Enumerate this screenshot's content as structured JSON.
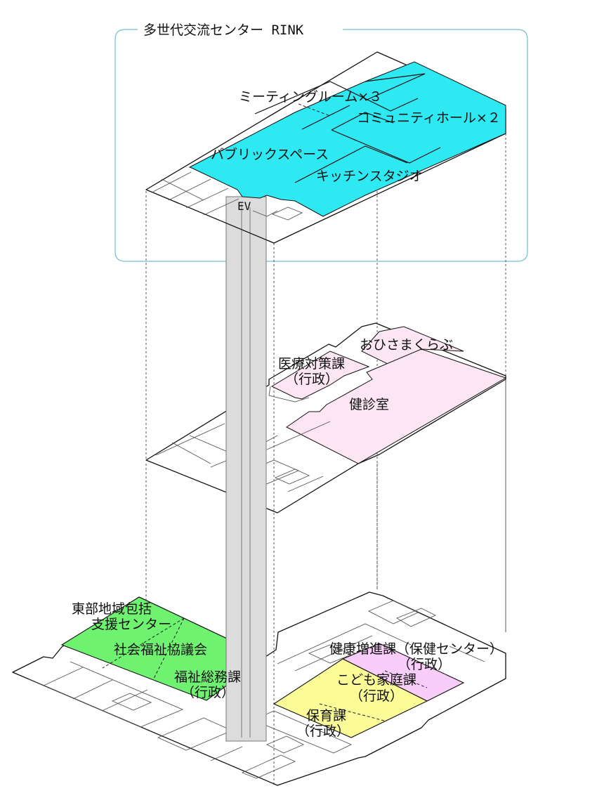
{
  "title": "多世代交流センター RINK",
  "colors": {
    "rink": "#2fe9f2",
    "health": "#fde6f3",
    "welfare": "#70f271",
    "children": "#fbfb98",
    "health_center": "#f8cdf9",
    "ev": "#dcdcdc",
    "frame": "#76bfcf"
  },
  "floor3": {
    "meeting": "ミーティングルーム×３",
    "hall": "コミュニティホール×２",
    "public": "パブリックスペース",
    "kitchen": "キッチンスタジオ",
    "ev": "EV"
  },
  "floor2": {
    "ohisama": "おひさまくらぶ",
    "medical_1": "医療対策課",
    "medical_2": "（行政）",
    "checkup": "健診室"
  },
  "floor1": {
    "tobu_1": "東部地域包括",
    "tobu_2": "支援センター",
    "shakyo": "社会福祉協議会",
    "fukushi_1": "福祉総務課",
    "fukushi_2": "（行政）",
    "kenko_1": "健康増進課（保健センター）",
    "kenko_2": "（行政）",
    "kodomo_1": "こども家庭課",
    "kodomo_2": "（行政）",
    "hoiku_1": "保育課",
    "hoiku_2": "（行政）"
  }
}
